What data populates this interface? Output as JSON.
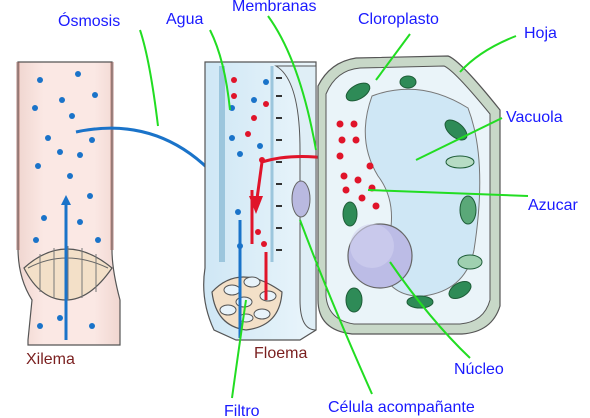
{
  "labels": {
    "osmosis": "Ósmosis",
    "agua": "Agua",
    "membranas": "Membranas",
    "cloroplasto": "Cloroplasto",
    "hoja": "Hoja",
    "vacuola": "Vacuola",
    "azucar": "Azucar",
    "nucleo": "Núcleo",
    "celula_acompanante": "Célula acompañante",
    "filtro": "Filtro",
    "floema": "Floema",
    "xilema": "Xilema"
  },
  "colors": {
    "label_blue": "#1a1aff",
    "label_brown": "#7a1f1f",
    "leader_green": "#22dd22",
    "water_blue": "#1a73c9",
    "sugar_red": "#e0142a",
    "chloroplast_green": "#2e8b57",
    "cell_wall_grey": "#c8d8c8"
  }
}
